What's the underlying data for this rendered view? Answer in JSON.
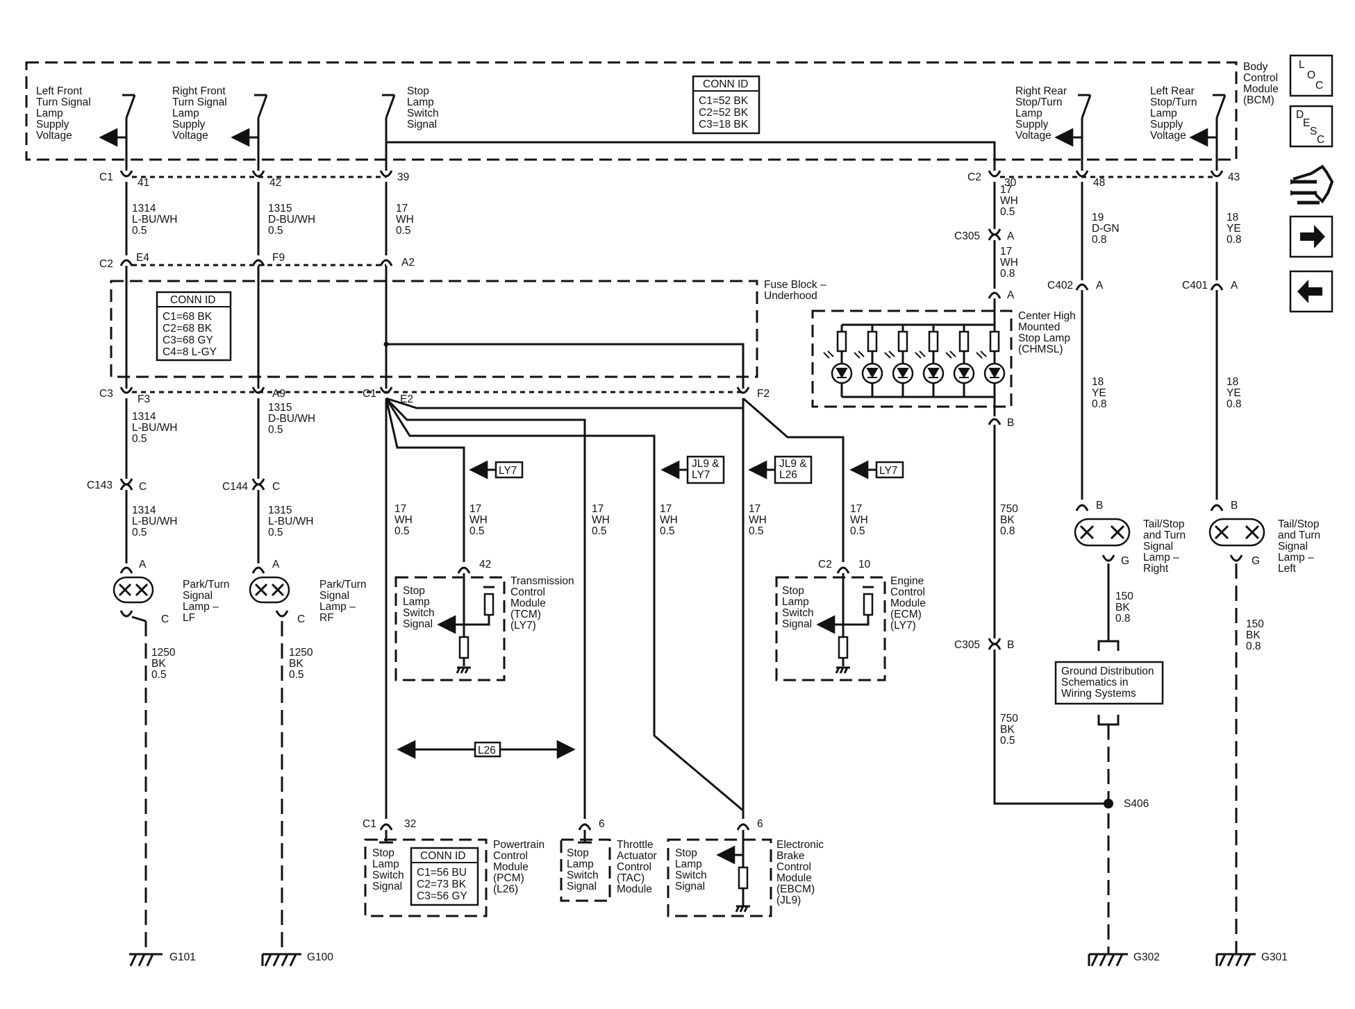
{
  "bcm": {
    "title": [
      "Body",
      "Control",
      "Module",
      "(BCM)"
    ],
    "conn_id": {
      "title": "CONN ID",
      "rows": [
        "C1=52 BK",
        "C2=52 BK",
        "C3=18 BK"
      ]
    },
    "lf_label": [
      "Left Front",
      "Turn Signal",
      "Lamp",
      "Supply",
      "Voltage"
    ],
    "rf_label": [
      "Right Front",
      "Turn Signal",
      "Lamp",
      "Supply",
      "Voltage"
    ],
    "stop_label": [
      "Stop",
      "Lamp",
      "Switch",
      "Signal"
    ],
    "rr_label": [
      "Right Rear",
      "Stop/Turn",
      "Lamp",
      "Supply",
      "Voltage"
    ],
    "lr_label": [
      "Left Rear",
      "Stop/Turn",
      "Lamp",
      "Supply",
      "Voltage"
    ]
  },
  "fuse_block": {
    "title": [
      "Fuse Block –",
      "Underhood"
    ],
    "conn_id": {
      "title": "CONN ID",
      "rows": [
        "C1=68 BK",
        "C2=68 BK",
        "C3=68 GY",
        "C4=8 L-GY"
      ]
    }
  },
  "connectors": {
    "c1": "C1",
    "c2": "C2",
    "c3": "C3",
    "c305": "C305",
    "c402": "C402",
    "c401": "C401",
    "c143": "C143",
    "c144": "C144",
    "p41": "41",
    "p42": "42",
    "p39": "39",
    "p30": "30",
    "p48": "48",
    "p43": "43",
    "e4": "E4",
    "f9": "F9",
    "a2": "A2",
    "f3": "F3",
    "a9": "A9",
    "e2": "E2",
    "f2": "F2",
    "a": "A",
    "b": "B",
    "c": "C",
    "g": "G",
    "pin42": "42",
    "pin10": "10",
    "pin32": "32",
    "pin6": "6"
  },
  "wires": {
    "w1314": [
      "1314",
      "L-BU/WH",
      "0.5"
    ],
    "w1315": [
      "1315",
      "D-BU/WH",
      "0.5"
    ],
    "w1315b": [
      "1315",
      "L-BU/WH",
      "0.5"
    ],
    "w17wh05": [
      "17",
      "WH",
      "0.5"
    ],
    "w17wh08": [
      "17",
      "WH",
      "0.8"
    ],
    "w19": [
      "19",
      "D-GN",
      "0.8"
    ],
    "w18": [
      "18",
      "YE",
      "0.8"
    ],
    "w750_08": [
      "750",
      "BK",
      "0.8"
    ],
    "w750_05": [
      "750",
      "BK",
      "0.5"
    ],
    "w150_08": [
      "150",
      "BK",
      "0.8"
    ],
    "w1250": [
      "1250",
      "BK",
      "0.5"
    ]
  },
  "options": {
    "ly7": "LY7",
    "jl9ly7": [
      "JL9 &",
      "LY7"
    ],
    "jl9l26": [
      "JL9 &",
      "L26"
    ],
    "l26": "L26"
  },
  "components": {
    "chmsl": [
      "Center High",
      "Mounted",
      "Stop Lamp",
      "(CHMSL)"
    ],
    "lf_lamp": [
      "Park/Turn",
      "Signal",
      "Lamp –",
      "LF"
    ],
    "rf_lamp": [
      "Park/Turn",
      "Signal",
      "Lamp –",
      "RF"
    ],
    "rr_lamp": [
      "Tail/Stop",
      "and Turn",
      "Signal",
      "Lamp –",
      "Right"
    ],
    "lr_lamp": [
      "Tail/Stop",
      "and Turn",
      "Signal",
      "Lamp –",
      "Left"
    ],
    "tcm": [
      "Transmission",
      "Control",
      "Module",
      "(TCM)",
      "(LY7)"
    ],
    "ecm": [
      "Engine",
      "Control",
      "Module",
      "(ECM)",
      "(LY7)"
    ],
    "pcm": [
      "Powertrain",
      "Control",
      "Module",
      "(PCM)",
      "(L26)"
    ],
    "tac": [
      "Throttle",
      "Actuator",
      "Control",
      "(TAC)",
      "Module"
    ],
    "ebcm": [
      "Electronic",
      "Brake",
      "Control",
      "Module",
      "(EBCM)",
      "(JL9)"
    ],
    "stop_sig": [
      "Stop",
      "Lamp",
      "Switch",
      "Signal"
    ],
    "pcm_conn": {
      "title": "CONN ID",
      "rows": [
        "C1=56 BU",
        "C2=73 BK",
        "C3=56 GY"
      ]
    },
    "ground_dist": [
      "Ground Distribution",
      "Schematics in",
      "Wiring Systems"
    ]
  },
  "grounds": {
    "g101": "G101",
    "g100": "G100",
    "g302": "G302",
    "g301": "G301",
    "s406": "S406"
  },
  "nav": {
    "loc": [
      "L",
      "O",
      "C"
    ],
    "desc": [
      "D",
      "E",
      "S",
      "C"
    ]
  }
}
